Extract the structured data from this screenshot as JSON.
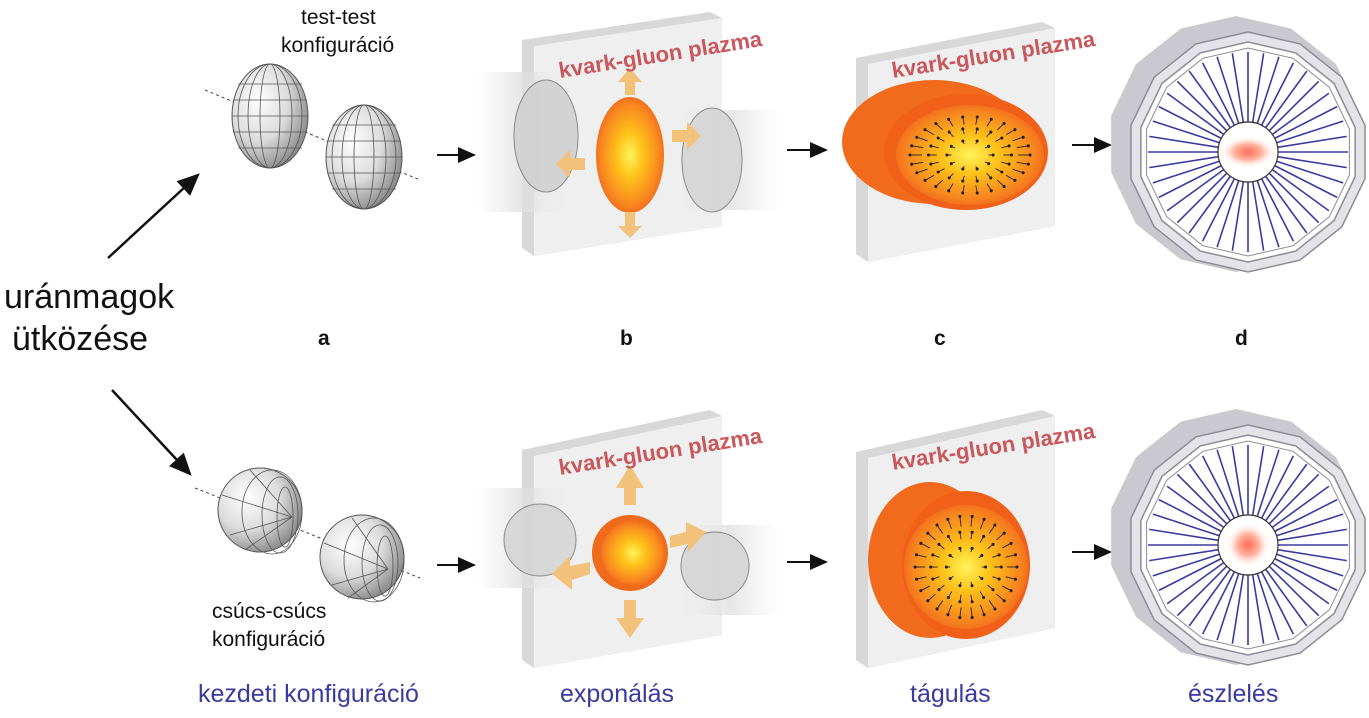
{
  "labels": {
    "main": [
      "uránmagok",
      "ütközése"
    ],
    "top_config": [
      "test-test",
      "konfiguráció"
    ],
    "bottom_config": [
      "csúcs-csúcs",
      "konfiguráció"
    ],
    "plasma": "kvark-gluon plazma"
  },
  "panels": [
    "a",
    "b",
    "c",
    "d"
  ],
  "captions": [
    "kezdeti konfiguráció",
    "exponálás",
    "tágulás",
    "észlelés"
  ],
  "colors": {
    "caption": "#3a3aa0",
    "plasma_label": "#c9575c",
    "plasma_outer": "#f26a1b",
    "plasma_core": "#ffd31a",
    "arrow_block": "#f2c27a",
    "detector_lines": "#3b3ba0"
  }
}
